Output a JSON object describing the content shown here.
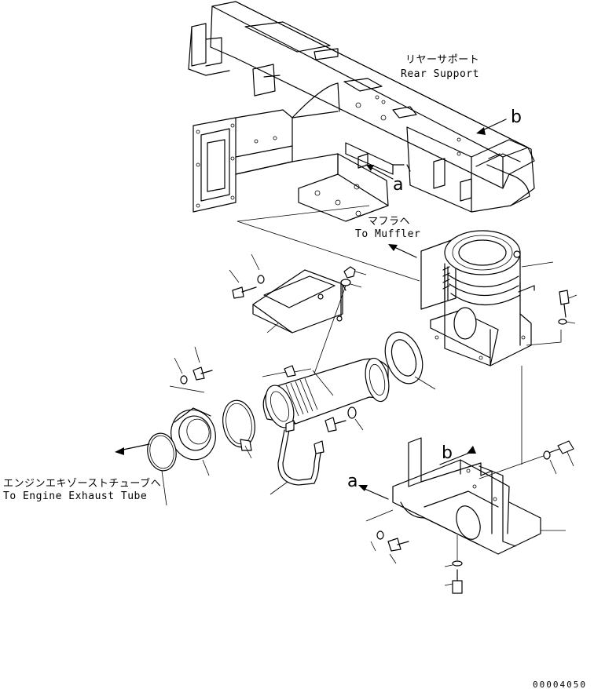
{
  "labels": {
    "rear_support_jp": "リヤーサポート",
    "rear_support_en": "Rear Support",
    "muffler_jp": "マフラヘ",
    "muffler_en": "To Muffler",
    "engine_tube_jp": "エンジンエキゾーストチューブヘ",
    "engine_tube_en": "To Engine Exhaust Tube",
    "marker_a_top": "a",
    "marker_b_top": "b",
    "marker_a_bottom": "a",
    "marker_b_bottom": "b"
  },
  "drawing_code": "00004050"
}
